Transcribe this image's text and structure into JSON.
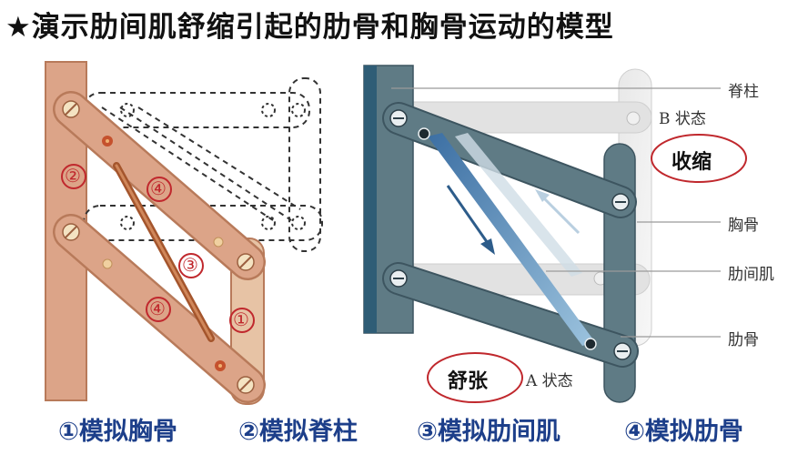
{
  "title": "★演示肋间肌舒缩引起的肋骨和胸骨运动的模型",
  "left_model": {
    "markers": [
      "①",
      "②",
      "③",
      "④",
      "④"
    ]
  },
  "right_model": {
    "labels": {
      "spine": "脊柱",
      "state_b": "B 状态",
      "contract": "收缩",
      "sternum": "胸骨",
      "intercostal": "肋间肌",
      "rib": "肋骨",
      "relax": "舒张",
      "state_a": "A 状态"
    }
  },
  "captions": [
    "①模拟胸骨",
    "②模拟脊柱",
    "③模拟肋间肌",
    "④模拟肋骨"
  ],
  "colors": {
    "wood": "#dca488",
    "wood_dark": "#b87a5a",
    "steel": "#5f7b85",
    "steel_dark": "#3d5560",
    "ghost": "#d8d8d8",
    "marker_red": "#c0282d",
    "caption_blue": "#1d3f8a"
  }
}
